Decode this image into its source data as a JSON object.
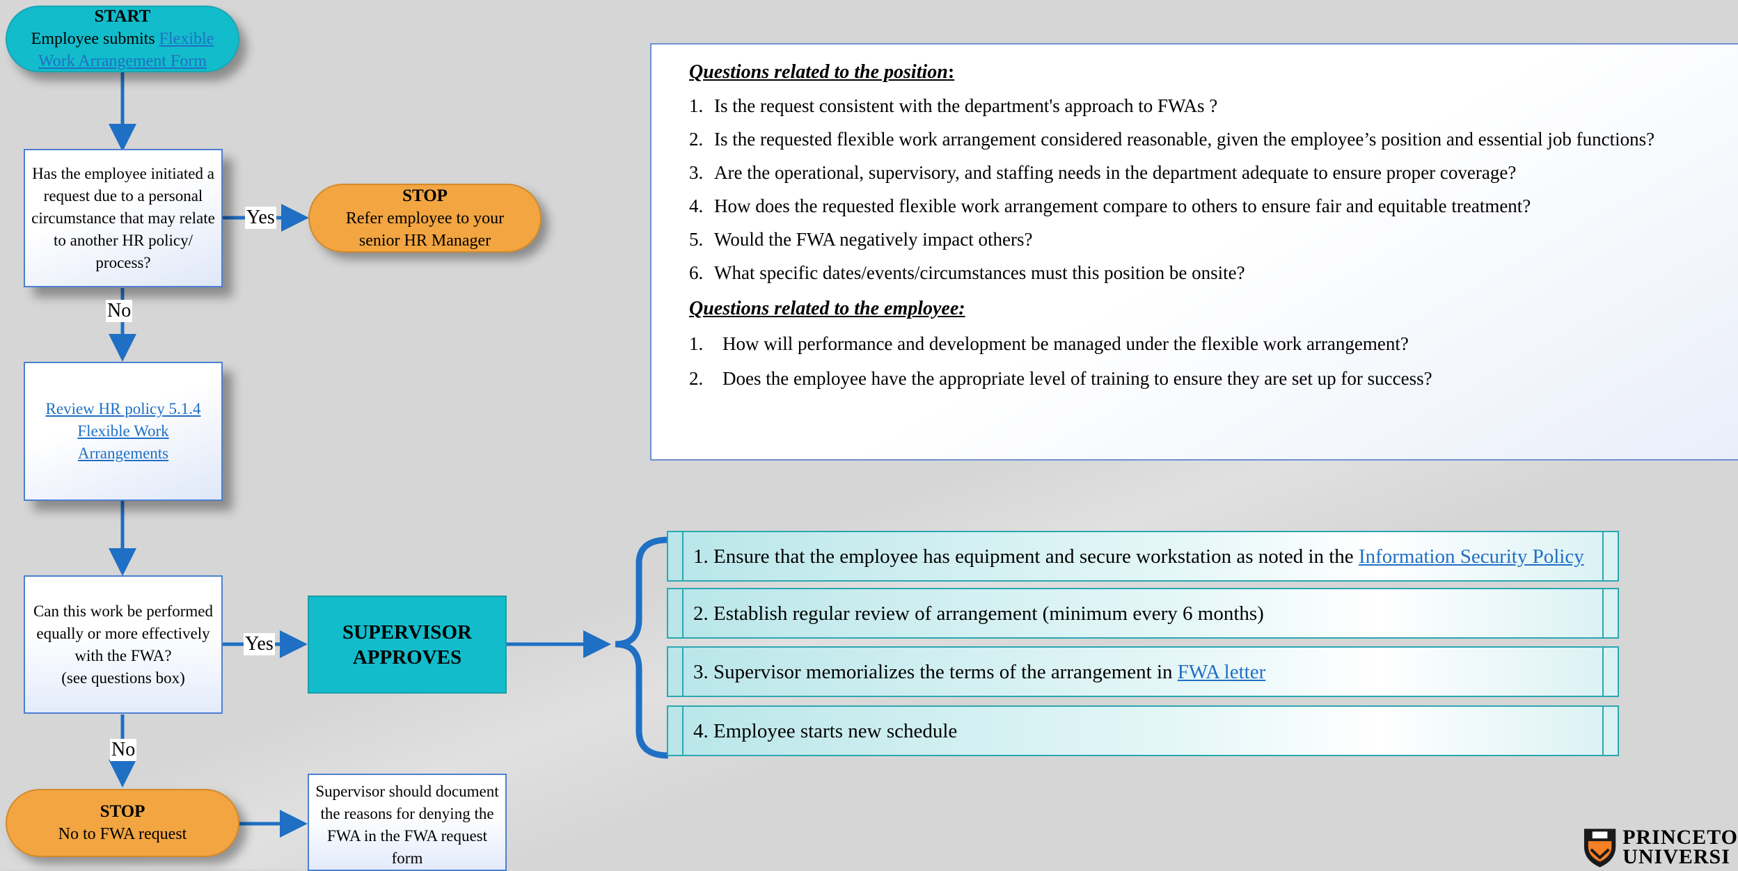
{
  "flow": {
    "start": {
      "title": "START",
      "text_before": "Employee submits ",
      "link": "Flexible Work Arrangement Form"
    },
    "decision1": {
      "text": "Has the employee initiated a request due to a personal circumstance that may relate to another HR policy/ process?"
    },
    "yes1": "Yes",
    "stop1": {
      "title": "STOP",
      "text": "Refer employee to your senior HR Manager"
    },
    "no1": "No",
    "policy": {
      "link": "Review HR policy 5.1.4 Flexible Work Arrangements"
    },
    "decision2": {
      "line1": "Can this work be performed equally or more effectively with the FWA?",
      "line2": "(see questions box)"
    },
    "yes2": "Yes",
    "approves": "SUPERVISOR APPROVES",
    "no2": "No",
    "stop2": {
      "title": "STOP",
      "text": "No to FWA request"
    },
    "document": {
      "text": "Supervisor should document the reasons for denying the FWA in the FWA request form"
    }
  },
  "questions": {
    "position_heading": "Questions related to the position",
    "position_colon": ":",
    "position_items": [
      {
        "num": "1.",
        "text": "Is the request consistent with the department's approach to FWAs ?"
      },
      {
        "num": "2.",
        "text": "Is the requested flexible work arrangement considered reasonable, given the employee’s position and essential job functions?"
      },
      {
        "num": "3.",
        "text": "Are the operational, supervisory, and staffing needs in the department adequate to ensure proper coverage?"
      },
      {
        "num": "4.",
        "text": "How does the requested flexible work arrangement compare to others to ensure fair and equitable treatment?"
      },
      {
        "num": "5.",
        "text": "Would the FWA negatively impact others?"
      },
      {
        "num": "6.",
        "text": "What specific dates/events/circumstances must this position be onsite?"
      }
    ],
    "employee_heading": "Questions related to the employee:",
    "employee_items": [
      {
        "num": "1.",
        "text": "How will performance and development be managed under the flexible work arrangement?"
      },
      {
        "num": "2.",
        "text": "Does the employee have the appropriate level of training to ensure they are set up for success?"
      }
    ]
  },
  "steps": {
    "step1": {
      "text": "1. Ensure that the employee has equipment and secure workstation as noted in the ",
      "link": "Information Security Policy"
    },
    "step2": {
      "text": "2. Establish regular review of arrangement (minimum every 6 months)"
    },
    "step3": {
      "text": "3. Supervisor memorializes the terms of the arrangement in ",
      "link": "FWA letter"
    },
    "step4": {
      "text": "4. Employee starts new schedule"
    }
  },
  "logo": {
    "line1": "PRINCETO",
    "line2": "UNIVERSI"
  },
  "colors": {
    "teal": "#12bccb",
    "orange": "#f2a541",
    "arrow": "#1f6fc4",
    "link": "#1f6fc4"
  }
}
